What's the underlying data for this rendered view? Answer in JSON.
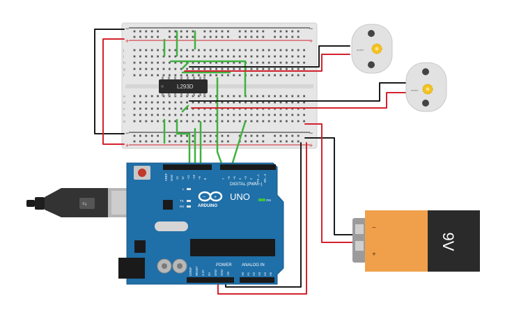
{
  "breadboard": {
    "row_letters_top": [
      "j",
      "i",
      "h",
      "g",
      "f"
    ],
    "row_letters_bottom": [
      "e",
      "d",
      "c",
      "b",
      "a"
    ],
    "plus_label": "+",
    "minus_label": "−"
  },
  "chip": {
    "label": "L293D"
  },
  "motors": [
    {
      "label": "motor",
      "icon": "gear-icon"
    },
    {
      "label": "motor",
      "icon": "gear-icon"
    }
  ],
  "arduino": {
    "brand": "ARDUINO",
    "model": "UNO",
    "digital_label": "DIGITAL (PWM~)",
    "power_label": "POWER",
    "analog_label": "ANALOG IN",
    "on_label": "ON",
    "led_l": "L",
    "led_tx": "TX",
    "led_rx": "RX",
    "top_pins": [
      "AREF",
      "GND",
      "13",
      "12",
      "~11",
      "~10",
      "~9",
      "8",
      "7",
      "~6",
      "~5",
      "4",
      "~3",
      "2",
      "TX→1",
      "RX←0"
    ],
    "power_pins": [
      "IOREF",
      "RESET",
      "3.3V",
      "5V",
      "GND",
      "GND",
      "Vin"
    ],
    "analog_pins": [
      "A0",
      "A1",
      "A2",
      "A3",
      "A4",
      "A5"
    ]
  },
  "battery": {
    "label": "9V",
    "minus": "−",
    "plus": "+"
  },
  "colors": {
    "wire_red": "#d2222d",
    "wire_black": "#1a1a1a",
    "wire_green": "#3fb13f",
    "board_blue": "#1f6fa8",
    "battery_orange": "#f0a04b"
  }
}
